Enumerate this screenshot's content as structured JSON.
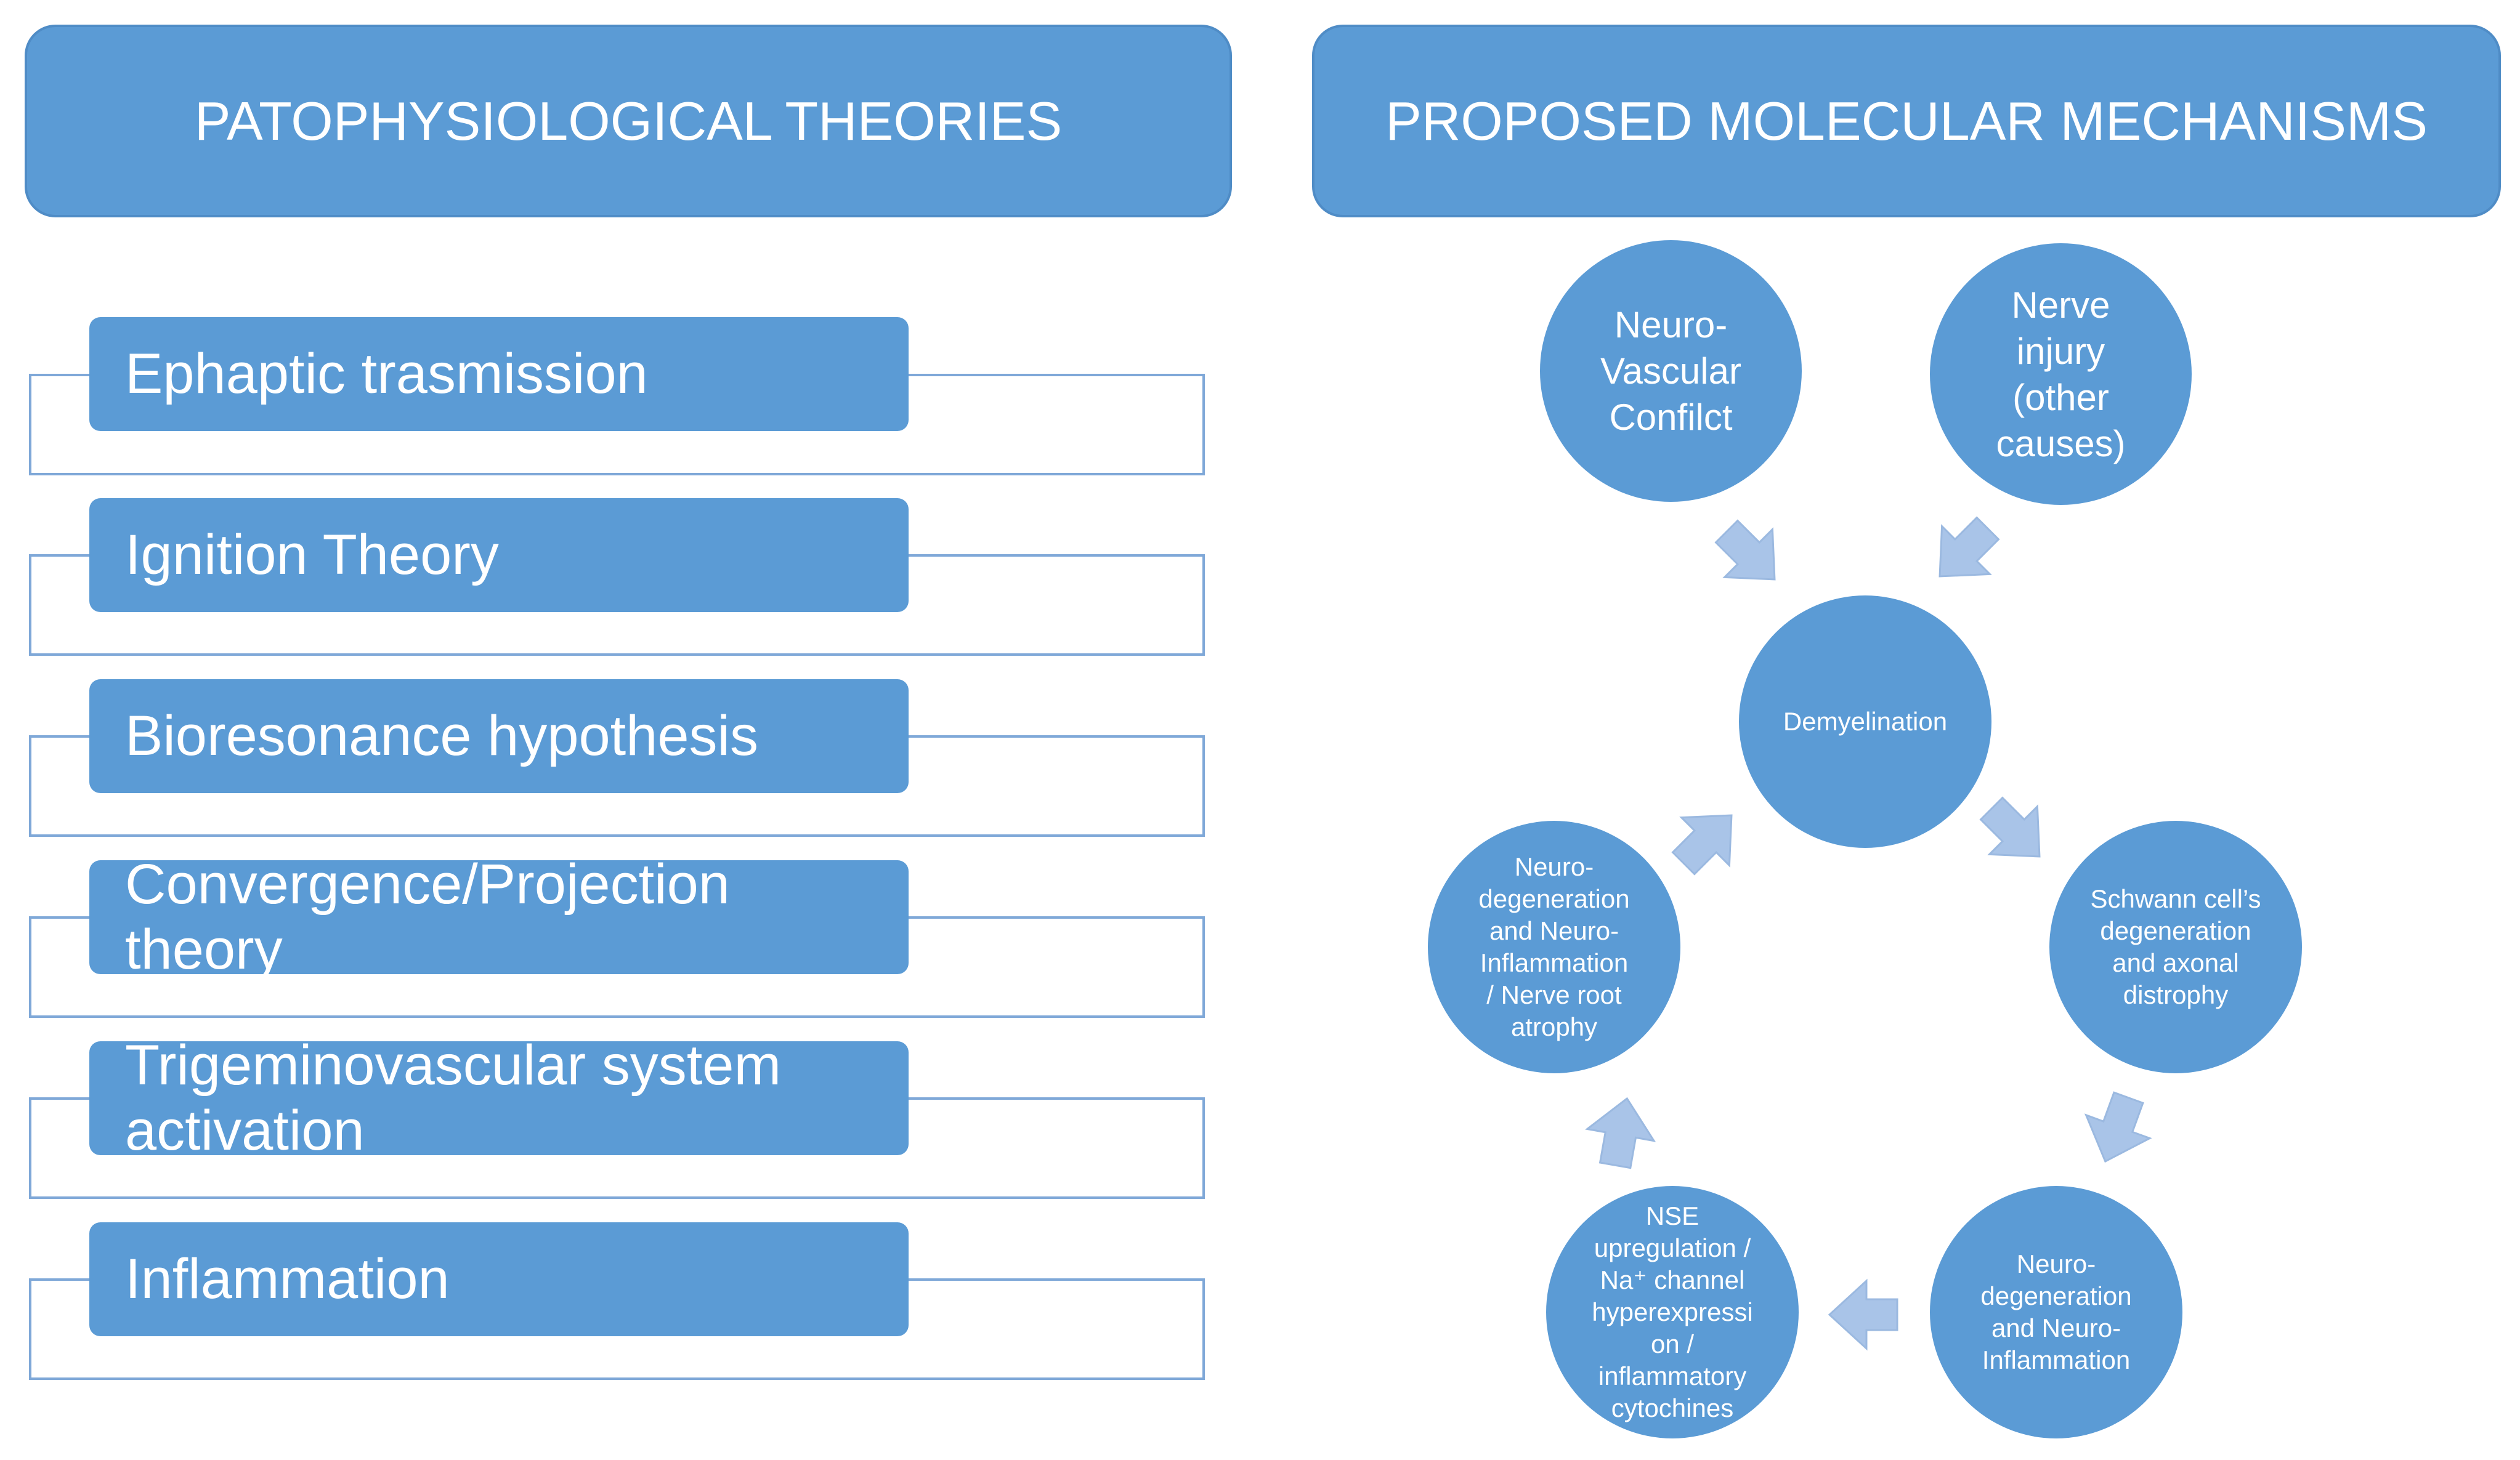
{
  "left": {
    "header": "PATOPHYSIOLOGICAL THEORIES",
    "items": [
      {
        "label": "Ephaptic trasmission"
      },
      {
        "label": "Ignition Theory"
      },
      {
        "label": "Bioresonance hypothesis"
      },
      {
        "label": "Convergence/Projection theory"
      },
      {
        "label": "Trigeminovascular system activation"
      },
      {
        "label": "Inflammation"
      }
    ]
  },
  "right": {
    "header": "PROPOSED MOLECULAR MECHANISMS",
    "nodes": {
      "nvc": "Neuro-\nVascular\nConfilct",
      "nerve_injury": "Nerve\ninjury\n(other\ncauses)",
      "demyelination": "Demyelination",
      "schwann": "Schwann cell’s\ndegeneration\nand axonal\ndistrophy",
      "neurodeg_inflam": "Neuro-\ndegeneration\nand  Neuro-\nInflammation",
      "nse": "NSE\nupregulation /\nNa⁺ channel\nhyperexpressi\non /\ninflammatory\ncytochines",
      "neurodeg_atrophy": "Neuro-\ndegeneration\nand  Neuro-\nInflammation\n/ Nerve root\natrophy"
    }
  },
  "colors": {
    "primary": "#5b9bd5",
    "outline": "#7fa8d8",
    "arrow": "#a9c4e8"
  }
}
